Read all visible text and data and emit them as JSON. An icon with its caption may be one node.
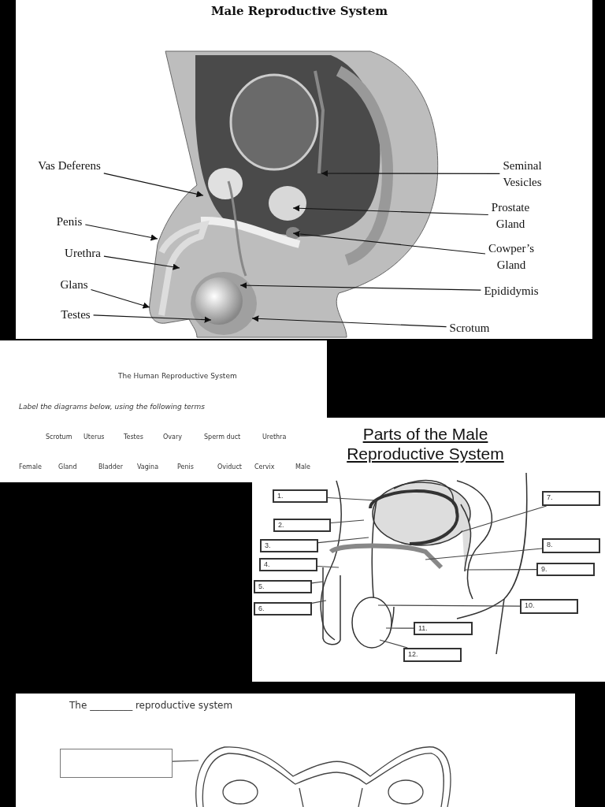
{
  "diagram": {
    "title": "Male Reproductive System",
    "nodes": [
      {
        "text": [
          "Vas Deferens"
        ]
      },
      {
        "text": [
          "Penis"
        ]
      },
      {
        "text": [
          "Urethra"
        ]
      },
      {
        "text": [
          "Glans"
        ]
      },
      {
        "text": [
          "Testes"
        ]
      },
      {
        "text": [
          "Seminal Vesicles"
        ]
      },
      {
        "text": [
          "Prostate Gland"
        ]
      },
      {
        "text": [
          "Cowper’s Gland"
        ]
      },
      {
        "text": [
          "Epididymis"
        ]
      },
      {
        "text": [
          "Scrotum"
        ]
      },
      {
        "text": [
          "1."
        ]
      },
      {
        "text": [
          "2."
        ]
      },
      {
        "text": [
          "3."
        ]
      },
      {
        "text": [
          "4."
        ]
      },
      {
        "text": [
          "5."
        ]
      },
      {
        "text": [
          "6."
        ]
      },
      {
        "text": [
          "7."
        ]
      },
      {
        "text": [
          "8."
        ]
      },
      {
        "text": [
          "9."
        ]
      },
      {
        "text": [
          "10."
        ]
      },
      {
        "text": [
          "11."
        ]
      },
      {
        "text": [
          "12."
        ]
      },
      {
        "text": [],
        "shape": "box"
      }
    ],
    "edges": [
      {
        "from": 0,
        "to": null,
        "arrow": "to"
      },
      {
        "from": 1,
        "to": null,
        "arrow": "to"
      },
      {
        "from": 2,
        "to": null,
        "arrow": "to"
      },
      {
        "from": 3,
        "to": null,
        "arrow": "to"
      },
      {
        "from": 4,
        "to": null,
        "arrow": "to"
      },
      {
        "from": 5,
        "to": null,
        "arrow": "to"
      },
      {
        "from": 6,
        "to": null,
        "arrow": "to"
      },
      {
        "from": 7,
        "to": null,
        "arrow": "to"
      },
      {
        "from": 8,
        "to": null,
        "arrow": "to"
      },
      {
        "from": 9,
        "to": null,
        "arrow": "to"
      },
      {
        "from": 10,
        "to": null,
        "arrow": "none"
      },
      {
        "from": 11,
        "to": null,
        "arrow": "none"
      },
      {
        "from": 12,
        "to": null,
        "arrow": "none"
      },
      {
        "from": 13,
        "to": null,
        "arrow": "none"
      },
      {
        "from": 14,
        "to": null,
        "arrow": "none"
      },
      {
        "from": 15,
        "to": null,
        "arrow": "none"
      },
      {
        "from": 16,
        "to": null,
        "arrow": "none"
      },
      {
        "from": 17,
        "to": null,
        "arrow": "none"
      },
      {
        "from": 18,
        "to": null,
        "arrow": "none"
      },
      {
        "from": 19,
        "to": null,
        "arrow": "none"
      },
      {
        "from": 20,
        "to": null,
        "arrow": "none"
      },
      {
        "from": 21,
        "to": null,
        "arrow": "none"
      },
      {
        "from": 22,
        "to": null,
        "arrow": "none"
      }
    ],
    "labels": [
      "The Human Reproductive System",
      "Label the diagrams below, using the following terms",
      "Scrotum",
      "Uterus",
      "Testes",
      "Ovary",
      "Sperm duct",
      "Urethra",
      "Female",
      "Gland",
      "Bladder",
      "Vagina",
      "Penis",
      "Oviduct",
      "Cervix",
      "Male",
      "Parts of the Male Reproductive System",
      "The _________ reproductive system"
    ]
  }
}
